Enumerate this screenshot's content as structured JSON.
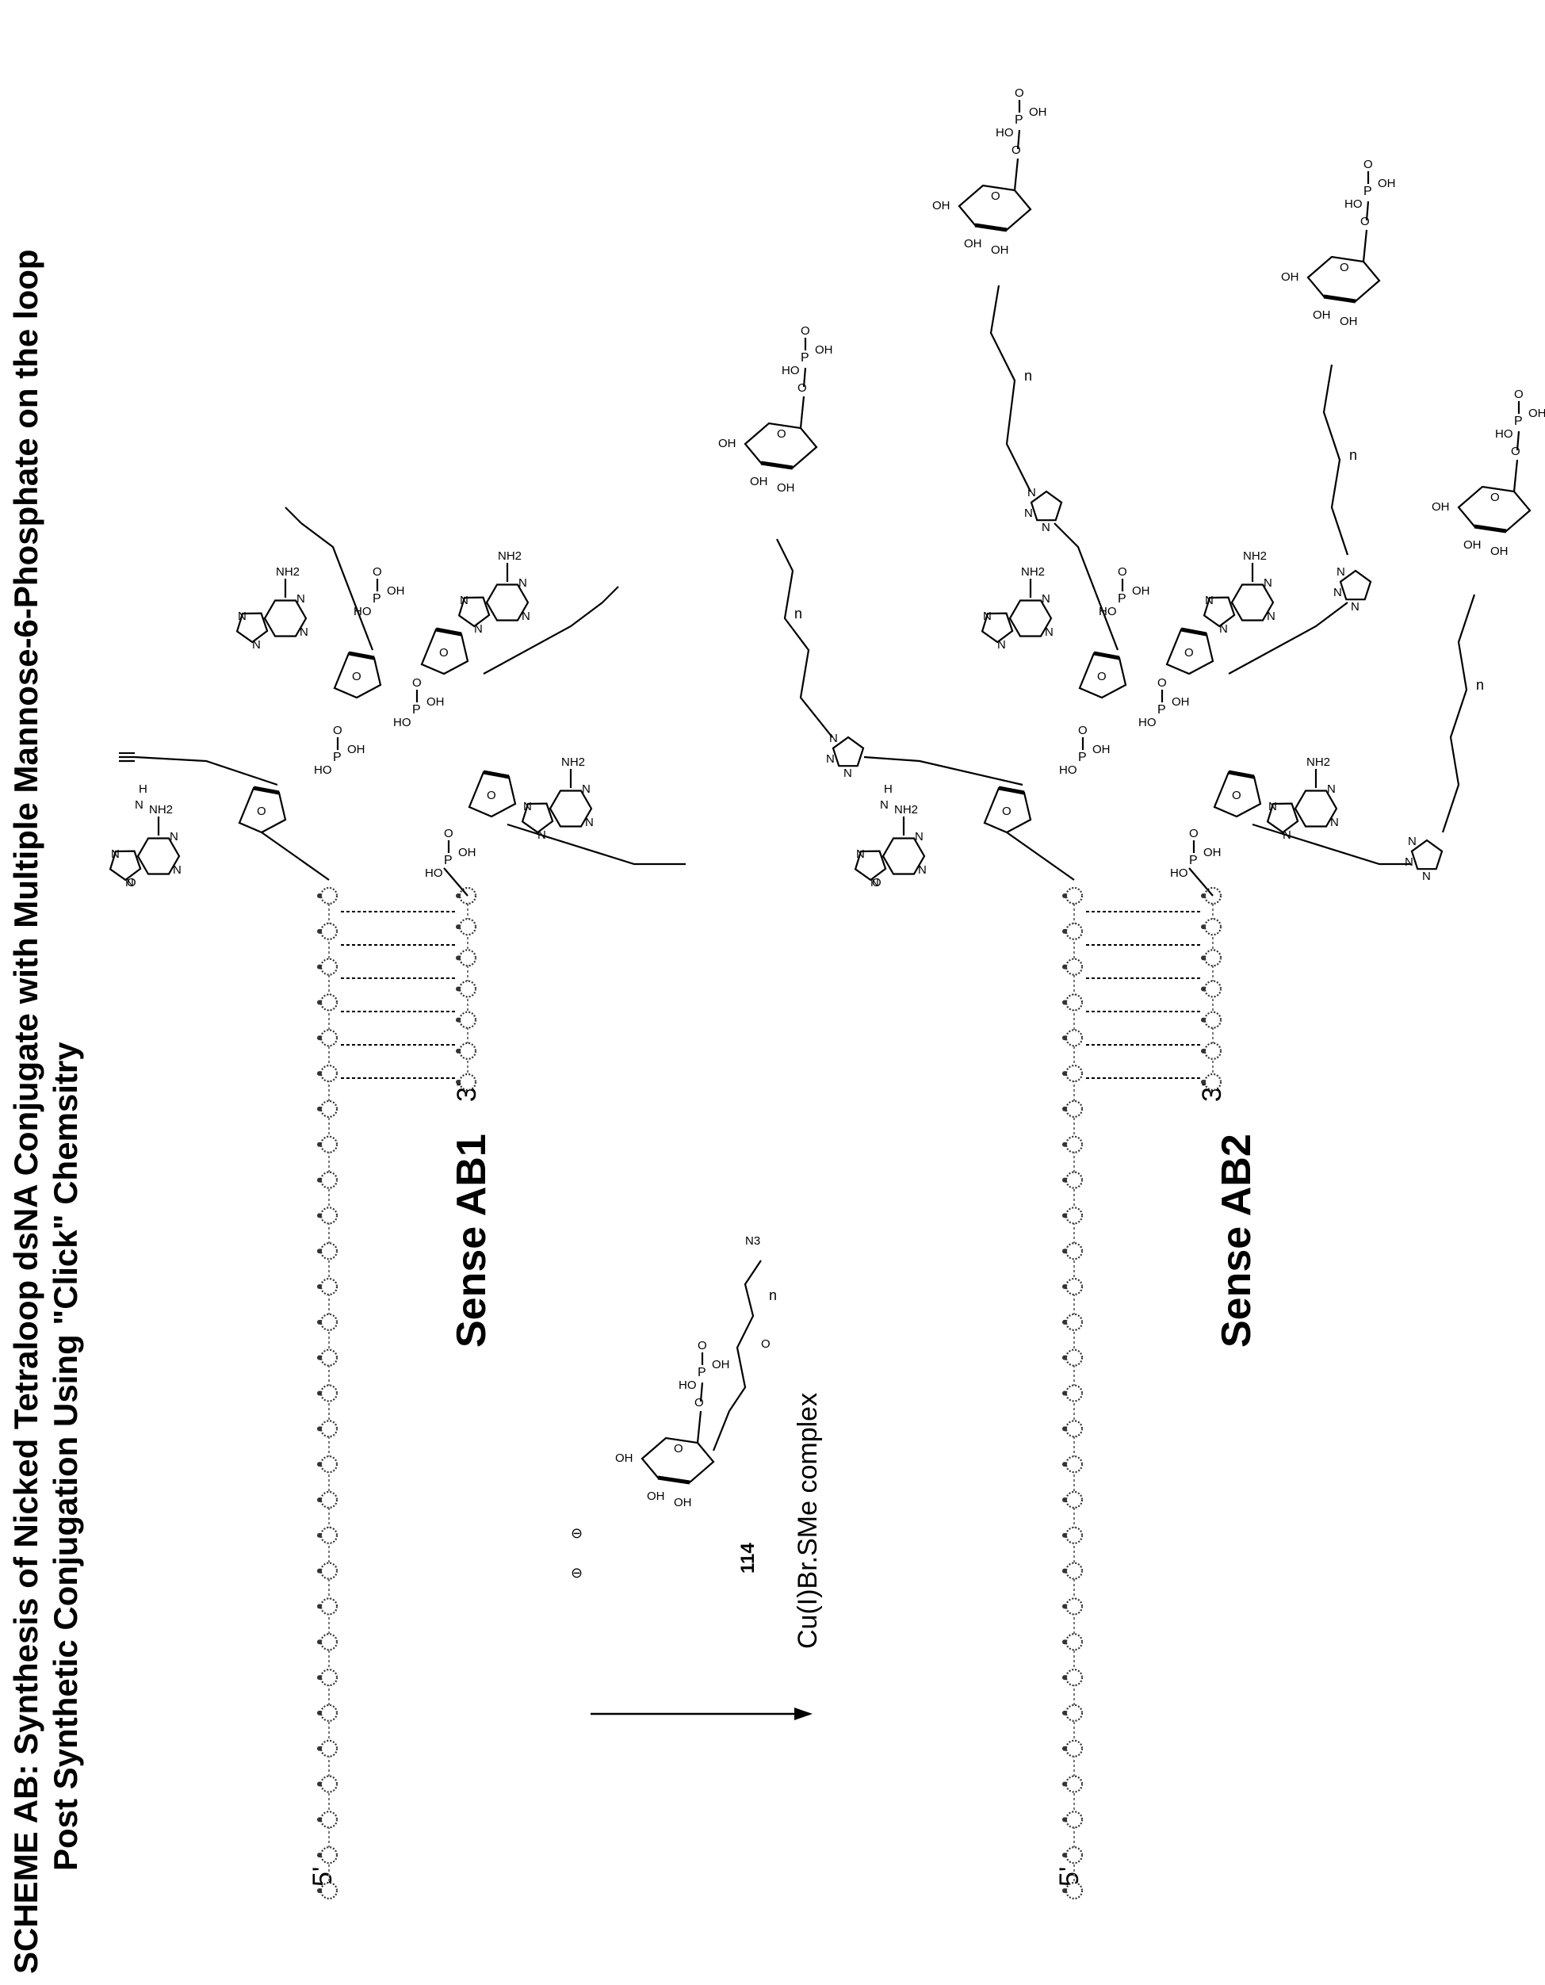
{
  "title": {
    "line1": "SCHEME AB: Synthesis of  Nicked Tetraloop dsNA Conjugate with Multiple Mannose-6-Phosphate on the loop",
    "line2": "Post Synthetic Conjugation Using \"Click\" Chemsitry"
  },
  "top_construct": {
    "label": "Sense AB1",
    "end5": "5'",
    "end3": "3'"
  },
  "reagent": {
    "compound_number": "114",
    "conditions": "Cu(I)Br.SMe complex"
  },
  "bottom_construct": {
    "label": "Sense AB2",
    "end5": "5'",
    "end3": "3'"
  },
  "atoms": {
    "nh2": "NH2",
    "n": "N",
    "h": "H",
    "o": "O",
    "oh": "OH",
    "ho": "HO",
    "p": "P",
    "n3": "N3",
    "sub_n": "n",
    "minus": "⊖"
  }
}
